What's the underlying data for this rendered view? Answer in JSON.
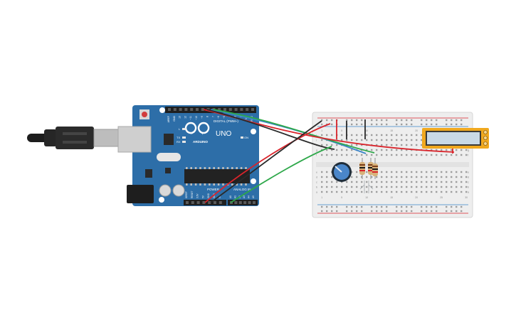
{
  "arduino": {
    "brand": "ARDUINO",
    "model": "UNO",
    "digital_label": "DIGITAL (PWM~)",
    "analog_label": "ANALOG IN",
    "power_label": "POWER",
    "on_label": "ON",
    "tx_label": "TX",
    "rx_label": "RX",
    "l_label": "L",
    "board_color": "#2d6ea8",
    "digital_pins": [
      "AREF",
      "GND",
      "13",
      "12",
      "~11",
      "~10",
      "~9",
      "8",
      "7",
      "~6",
      "~5",
      "4",
      "~3",
      "2",
      "TX 1",
      "RX 0"
    ],
    "power_pins": [
      "IOREF",
      "RESET",
      "3.3V",
      "5V",
      "GND",
      "GND",
      "Vin"
    ],
    "analog_pins": [
      "A0",
      "A1",
      "A2",
      "A3",
      "A4",
      "A5"
    ]
  },
  "breadboard": {
    "columns_top": [
      "1",
      "5",
      "10",
      "15",
      "20",
      "25",
      "30"
    ],
    "row_letters_top": [
      "j",
      "i",
      "h",
      "g",
      "f"
    ],
    "row_letters_bottom": [
      "e",
      "d",
      "c",
      "b",
      "a"
    ]
  },
  "colors": {
    "wire_red": "#d9242b",
    "wire_black": "#2a2a2a",
    "wire_green": "#2ea84a",
    "wire_blue": "#3b86c8",
    "lcd_frame": "#f0a81e",
    "lcd_screen": "#c9d9e6",
    "pot_knob": "#4a86c9"
  }
}
